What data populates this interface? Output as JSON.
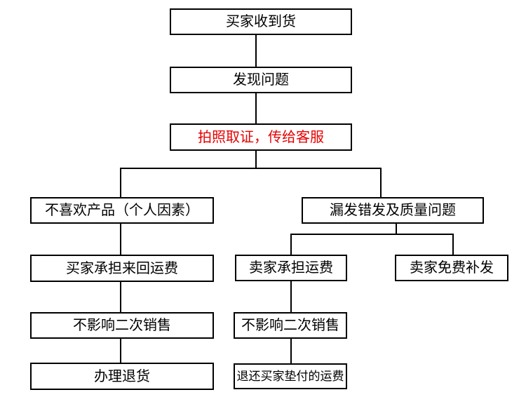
{
  "diagram": {
    "type": "flowchart",
    "colors": {
      "background": "#ffffff",
      "box_border": "#000000",
      "text": "#000000",
      "highlight_text": "#e60000"
    },
    "nodes": {
      "receive_goods": {
        "label": "买家收到货"
      },
      "find_problem": {
        "label": "发现问题"
      },
      "take_photos": {
        "label": "拍照取证，传给客服"
      },
      "dislike_product": {
        "label": "不喜欢产品（个人因素）"
      },
      "wrong_or_quality": {
        "label": "漏发错发及质量问题"
      },
      "buyer_pays_freight": {
        "label": "买家承担来回运费"
      },
      "no_resale_impact_left": {
        "label": "不影响二次销售"
      },
      "process_return": {
        "label": "办理退货"
      },
      "seller_pays_freight": {
        "label": "卖家承担运费"
      },
      "no_resale_impact_mid": {
        "label": "不影响二次销售"
      },
      "refund_advanced_freight": {
        "label": "退还买家垫付的运费"
      },
      "seller_reships_free": {
        "label": "卖家免费补发"
      }
    }
  }
}
